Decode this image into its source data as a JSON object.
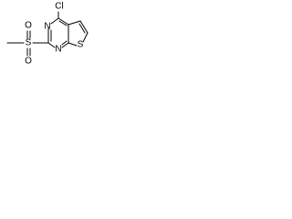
{
  "structure": {
    "atoms": {
      "cl": "Cl",
      "n_top": "N",
      "n_bottom": "N",
      "s_ring": "S",
      "s_sulfonyl": "S",
      "o_upper": "O",
      "o_lower": "O"
    }
  }
}
